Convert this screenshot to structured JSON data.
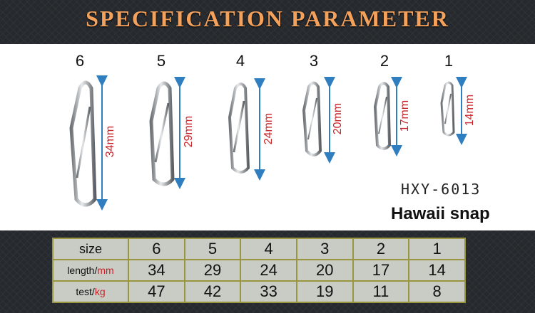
{
  "title": "SPECIFICATION PARAMETER",
  "model": "HXY-6013",
  "product_name": "Hawaii snap",
  "sizes": [
    {
      "size": "6",
      "length_label": "34mm"
    },
    {
      "size": "5",
      "length_label": "29mm"
    },
    {
      "size": "4",
      "length_label": "24mm"
    },
    {
      "size": "3",
      "length_label": "20mm"
    },
    {
      "size": "2",
      "length_label": "17mm"
    },
    {
      "size": "1",
      "length_label": "14mm"
    }
  ],
  "table": {
    "size_header": "size",
    "length_header": "length/",
    "length_unit": "mm",
    "test_header": "test/",
    "test_unit": "kg",
    "sizes": [
      "6",
      "5",
      "4",
      "3",
      "2",
      "1"
    ],
    "lengths": [
      "34",
      "29",
      "24",
      "20",
      "17",
      "14"
    ],
    "tests": [
      "47",
      "42",
      "33",
      "19",
      "11",
      "8"
    ]
  },
  "colors": {
    "title": "#f4a15c",
    "arrow": "#2f7fc0",
    "dimension_text": "#c8242a",
    "table_border": "#9a9640"
  }
}
